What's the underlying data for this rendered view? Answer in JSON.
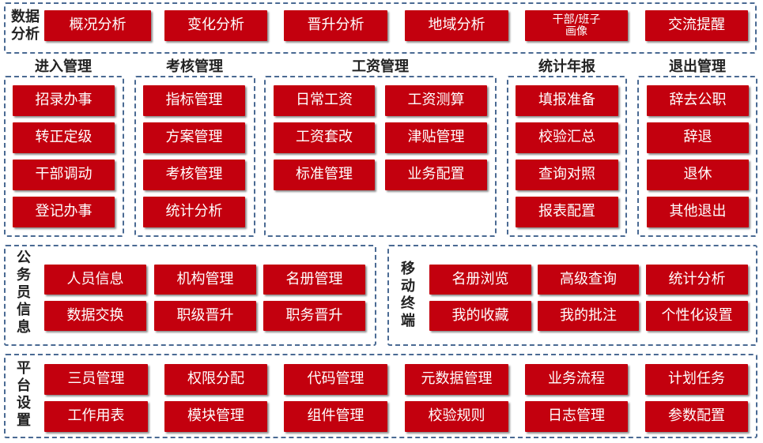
{
  "data_analysis": {
    "label": "数据\n分析",
    "items": [
      "概况分析",
      "变化分析",
      "晋升分析",
      "地域分析",
      "干部/班子\n画像",
      "交流提醒"
    ]
  },
  "entry_mgmt": {
    "title": "进入管理",
    "items": [
      "招录办事",
      "转正定级",
      "干部调动",
      "登记办事"
    ]
  },
  "assessment_mgmt": {
    "title": "考核管理",
    "items": [
      "指标管理",
      "方案管理",
      "考核管理",
      "统计分析"
    ]
  },
  "salary_mgmt": {
    "title": "工资管理",
    "items": [
      "日常工资",
      "工资测算",
      "工资套改",
      "津贴管理",
      "标准管理",
      "业务配置"
    ]
  },
  "annual_stats": {
    "title": "统计年报",
    "items": [
      "填报准备",
      "校验汇总",
      "查询对照",
      "报表配置"
    ]
  },
  "exit_mgmt": {
    "title": "退出管理",
    "items": [
      "辞去公职",
      "辞退",
      "退休",
      "其他退出"
    ]
  },
  "civil_servant_info": {
    "label": "公\n务\n员\n信\n息",
    "items": [
      "人员信息",
      "机构管理",
      "名册管理",
      "数据交换",
      "职级晋升",
      "职务晋升"
    ]
  },
  "mobile_terminal": {
    "label": "移\n动\n终\n端",
    "items": [
      "名册浏览",
      "高级查询",
      "统计分析",
      "我的收藏",
      "我的批注",
      "个性化设置"
    ]
  },
  "platform_settings": {
    "label": "平\n台\n设\n置",
    "items": [
      "三员管理",
      "权限分配",
      "代码管理",
      "元数据管理",
      "业务流程",
      "计划任务",
      "工作用表",
      "模块管理",
      "组件管理",
      "校验规则",
      "日志管理",
      "参数配置"
    ]
  },
  "colors": {
    "button_red": "#c3000e",
    "border_blue": "#4a6a93"
  }
}
